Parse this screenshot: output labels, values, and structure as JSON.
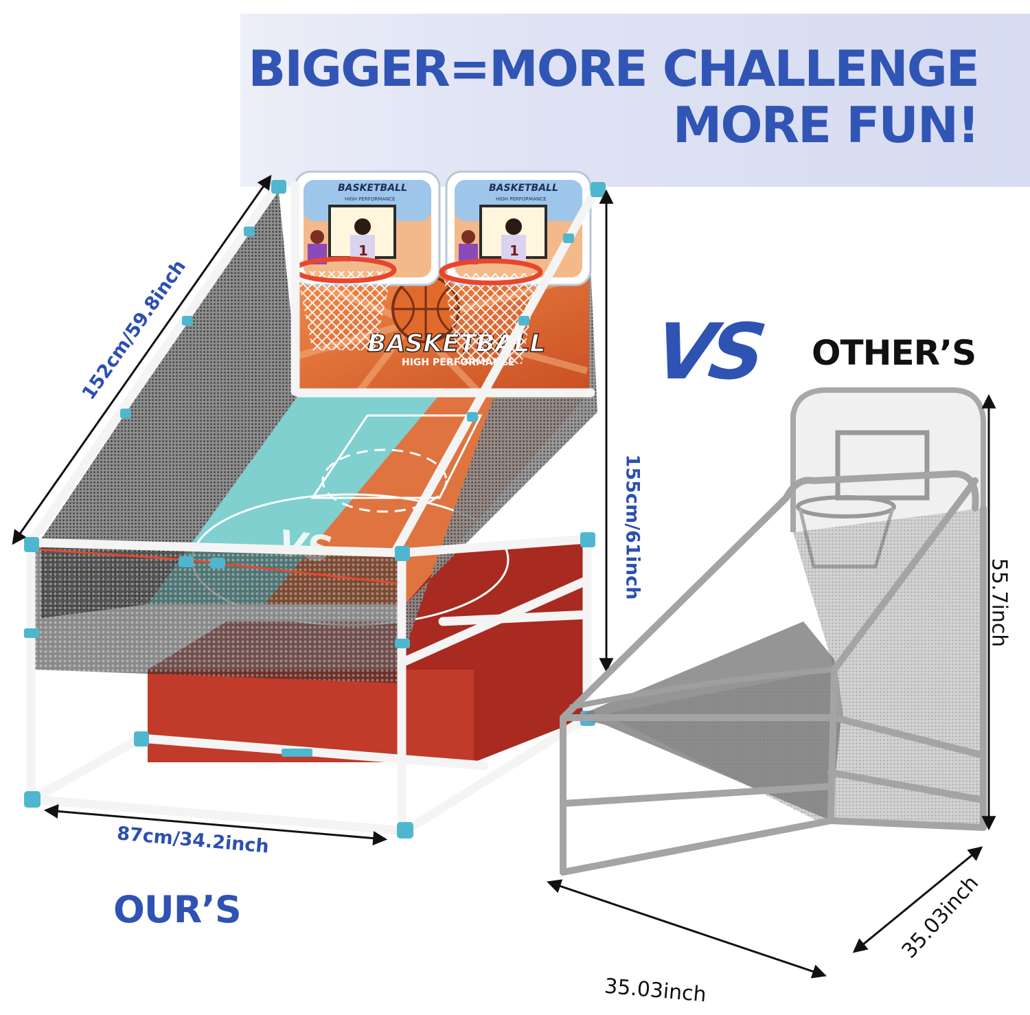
{
  "headline": {
    "line1": "BIGGER=MORE CHALLENGE",
    "line2": "MORE FUN!"
  },
  "comparison": {
    "vs": "VS",
    "others_label": "OTHER’S",
    "ours_label": "OUR’S"
  },
  "ours": {
    "length": "152cm/59.8inch",
    "height": "155cm/61inch",
    "width": "87cm/34.2inch",
    "backboard_title": "BASKETBALL",
    "backboard_subtitle": "HIGH PERFORMANCE",
    "banner_title": "BASKETBALL",
    "banner_subtitle": "HIGH PERFORMANCE",
    "court_logo": "VS",
    "jersey_number": "1"
  },
  "others": {
    "height": "55.7inch",
    "width": "35.03inch",
    "depth": "35.03inch"
  },
  "colors": {
    "brand_blue": "#3155b5",
    "frame_teal": "#4fb6cf",
    "court_teal": "#7fd3d1",
    "court_orange": "#e0733e",
    "box_red": "#c0392b",
    "other_gray": "#9a9a9a"
  }
}
